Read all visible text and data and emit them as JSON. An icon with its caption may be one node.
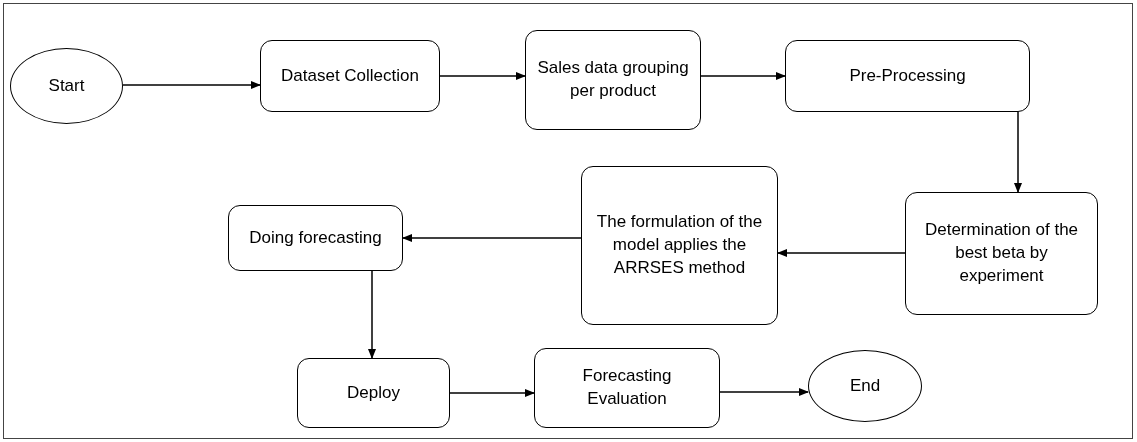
{
  "diagram": {
    "nodes": [
      {
        "text": [
          "Start"
        ]
      },
      {
        "text": [
          "Dataset Collection"
        ]
      },
      {
        "text": [
          "Sales data grouping per product"
        ]
      },
      {
        "text": [
          "Pre-Processing"
        ]
      },
      {
        "text": [
          "Determination of the best beta by experiment"
        ]
      },
      {
        "text": [
          "The formulation of the model applies the ARRSES method"
        ]
      },
      {
        "text": [
          "Doing forecasting"
        ]
      },
      {
        "text": [
          "Deploy"
        ]
      },
      {
        "text": [
          "Forecasting Evaluation"
        ]
      },
      {
        "text": [
          "End"
        ]
      }
    ],
    "edges": [
      {
        "from": 0,
        "to": 1,
        "arrow": "to"
      },
      {
        "from": 1,
        "to": 2,
        "arrow": "to"
      },
      {
        "from": 2,
        "to": 3,
        "arrow": "to"
      },
      {
        "from": 3,
        "to": 4,
        "arrow": "to"
      },
      {
        "from": 4,
        "to": 5,
        "arrow": "to"
      },
      {
        "from": 5,
        "to": 6,
        "arrow": "to"
      },
      {
        "from": 6,
        "to": 7,
        "arrow": "to"
      },
      {
        "from": 7,
        "to": 8,
        "arrow": "to"
      },
      {
        "from": 8,
        "to": 9,
        "arrow": "to"
      }
    ]
  }
}
